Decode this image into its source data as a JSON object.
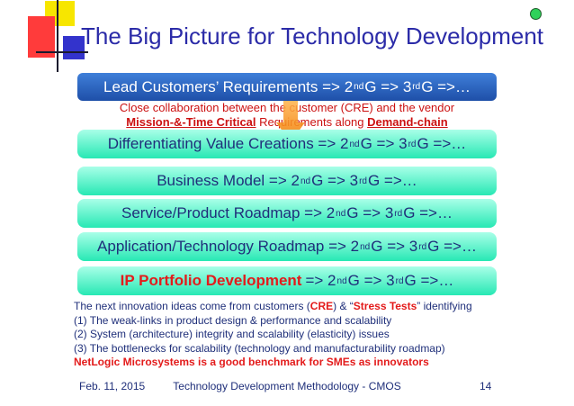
{
  "title": "The Big Picture for Technology Development",
  "lead": {
    "a": "Lead Customers’ Requirements => 2",
    "b": " G => 3",
    "c": " G =>…"
  },
  "collab": {
    "line1": "Close collaboration between the customer (CRE) and the vendor",
    "mission": "Mission-&-Time Critical",
    "middle": " Requirements along ",
    "demand": "Demand-chain"
  },
  "sup": {
    "nd": "nd",
    "rd": "rd"
  },
  "bars": [
    {
      "a": "Differentiating Value Creations => 2",
      "b": " G => 3",
      "c": " G =>…"
    },
    {
      "a": "Business Model => 2",
      "b": " G => 3",
      "c": " G =>…"
    },
    {
      "a": "Service/Product Roadmap => 2",
      "b": " G => 3",
      "c": " G =>…"
    },
    {
      "a": "Application/Technology Roadmap => 2",
      "b": " G => 3",
      "c": " G =>…"
    }
  ],
  "ip": {
    "red": "IP Portfolio Development",
    "a": " => 2",
    "b": " G => 3",
    "c": " G =>…"
  },
  "notes": {
    "l1a": "The next innovation ideas come from customers (",
    "cre": "CRE",
    "l1b": ") & “",
    "stress": "Stress Tests",
    "l1c": "” identifying",
    "items": [
      "(1)  The weak-links in product design & performance and scalability",
      "(2)  System (architecture) integrity and scalability (elasticity) issues",
      "(3)  The bottlenecks for scalability (technology and manufacturability roadmap)"
    ],
    "last": "NetLogic Microsystems is a good benchmark for SMEs as innovators"
  },
  "footer": {
    "date": "Feb. 11, 2015",
    "center": "Technology Development Methodology - CMOS",
    "page": "14"
  },
  "colors": {
    "title": "#2b2ba8",
    "bar": "#27e8b4",
    "lead": "#1e4fa8",
    "accent_red": "#e31b1b"
  }
}
